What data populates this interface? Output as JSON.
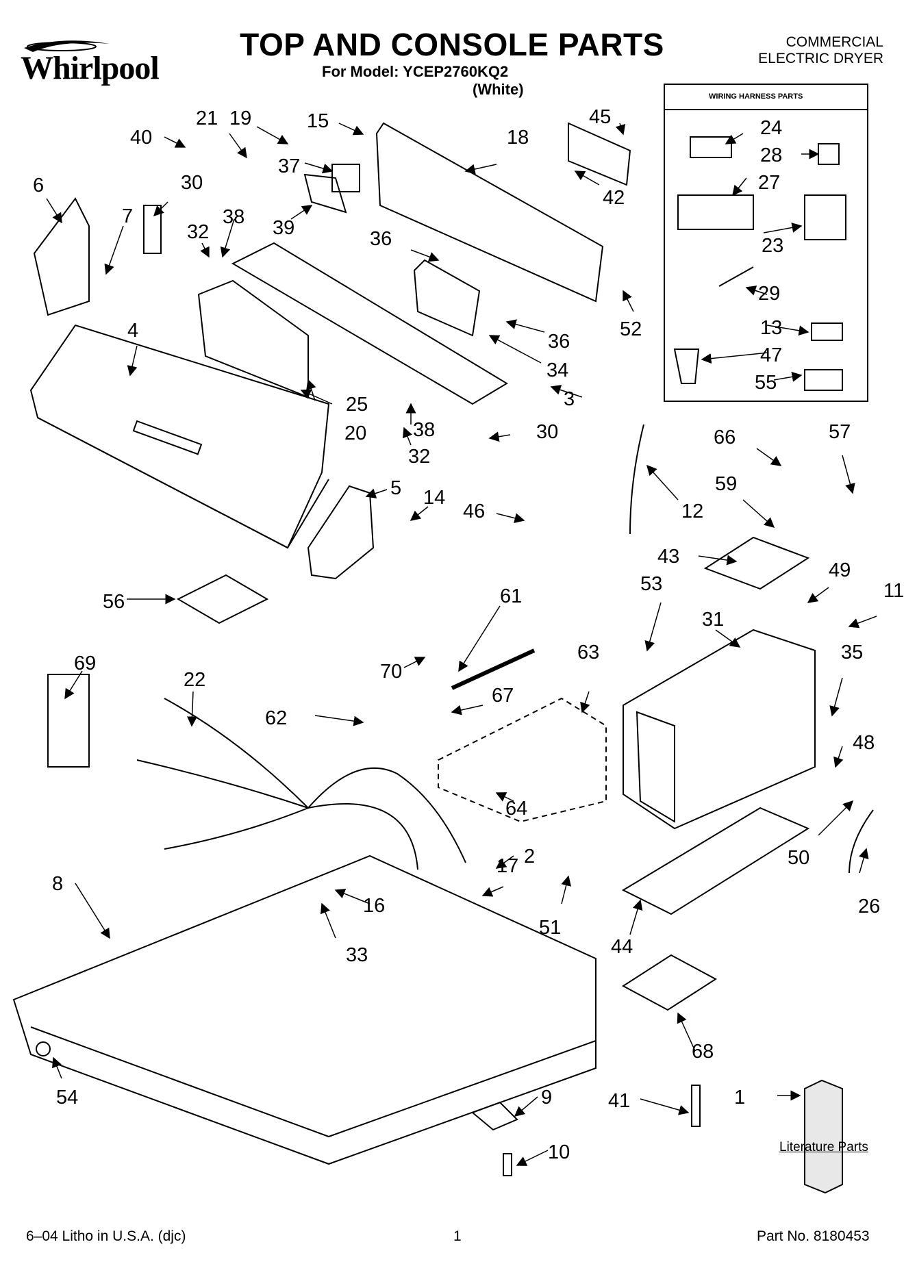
{
  "header": {
    "brand": "Whirlpool",
    "title": "TOP AND CONSOLE PARTS",
    "model_line": "For Model: YCEP2760KQ2",
    "color": "(White)",
    "type_line1": "COMMERCIAL",
    "type_line2": "ELECTRIC DRYER"
  },
  "harness_box": {
    "title": "WIRING HARNESS PARTS"
  },
  "literature_label": "Literature Parts",
  "footer": {
    "litho": "6–04 Litho in U.S.A. (djc)",
    "page": "1",
    "part_no": "Part No. 8180453"
  },
  "callouts": [
    "1",
    "2",
    "3",
    "4",
    "5",
    "6",
    "7",
    "8",
    "9",
    "10",
    "11",
    "12",
    "13",
    "14",
    "15",
    "16",
    "17",
    "18",
    "19",
    "20",
    "21",
    "22",
    "23",
    "24",
    "25",
    "26",
    "27",
    "28",
    "29",
    "30",
    "30",
    "31",
    "32",
    "32",
    "33",
    "34",
    "35",
    "36",
    "36",
    "37",
    "38",
    "38",
    "39",
    "40",
    "41",
    "42",
    "43",
    "44",
    "45",
    "46",
    "47",
    "48",
    "49",
    "50",
    "51",
    "52",
    "53",
    "54",
    "55",
    "56",
    "57",
    "59",
    "61",
    "62",
    "63",
    "64",
    "66",
    "67",
    "68",
    "69",
    "70"
  ],
  "colors": {
    "ink": "#000000",
    "paper": "#ffffff",
    "fill_light": "#e8e8e8"
  }
}
